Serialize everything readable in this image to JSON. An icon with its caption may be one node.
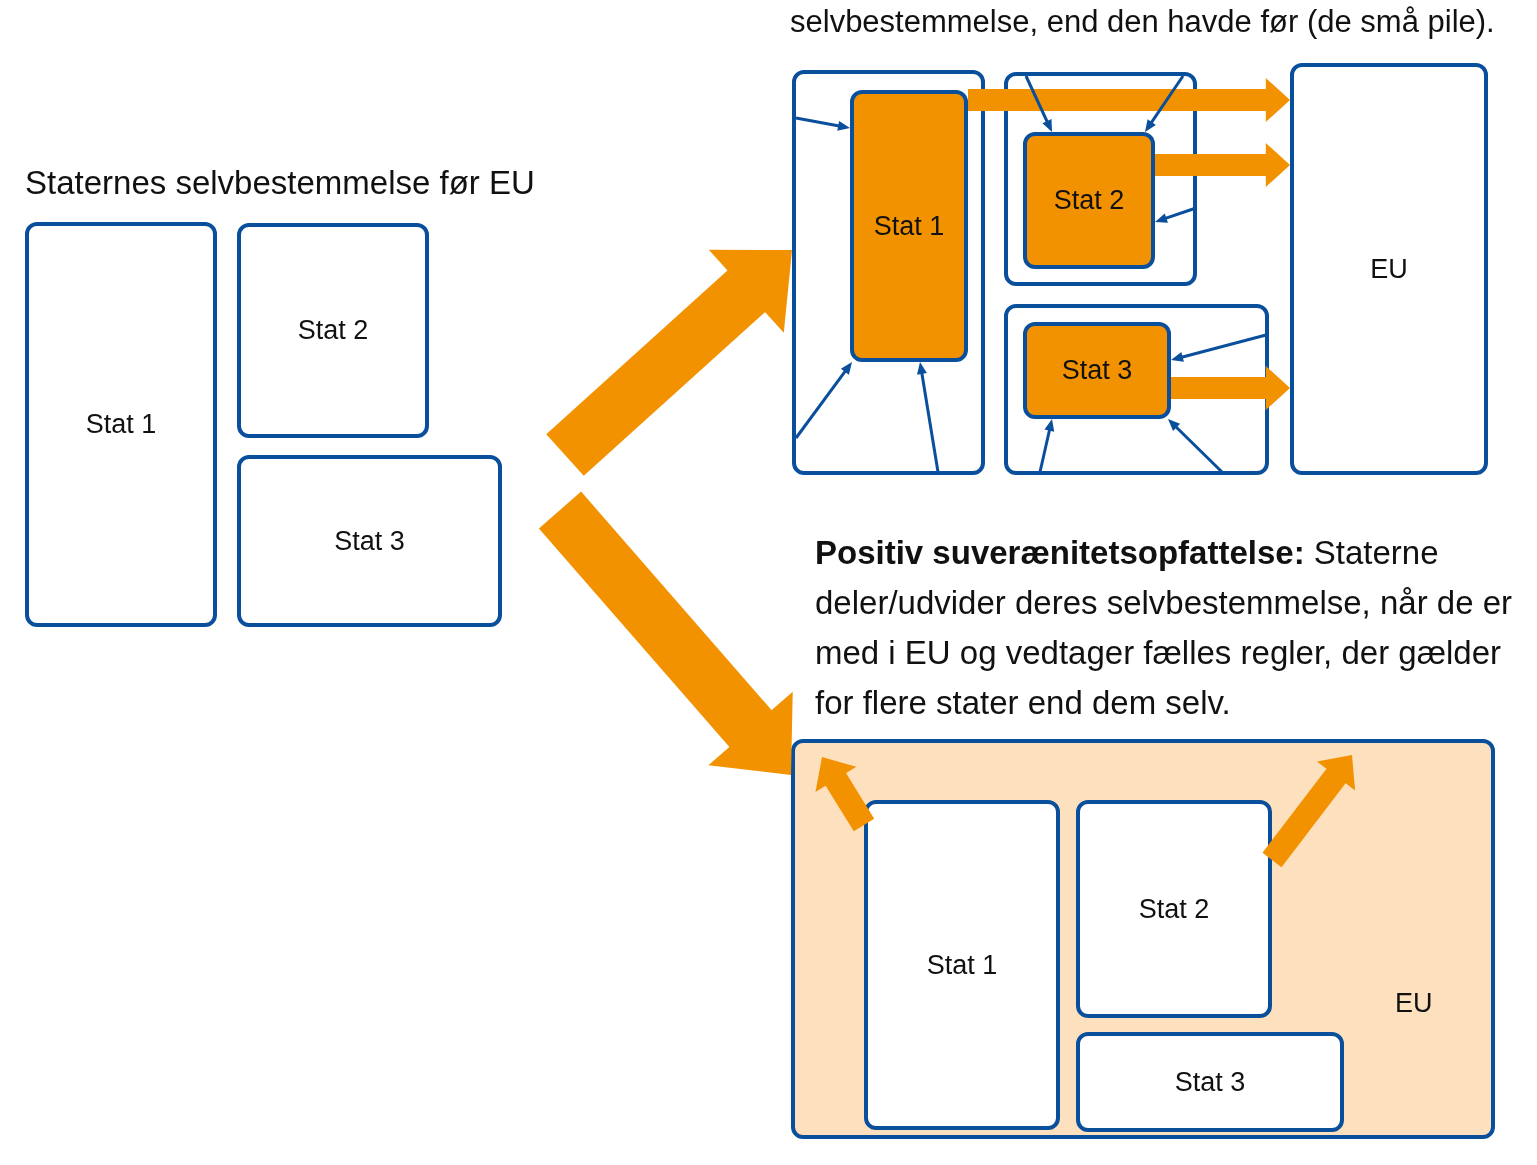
{
  "diagram": {
    "nodes": [
      {
        "text": [
          "Stat 1"
        ]
      },
      {
        "text": [
          "Stat 2"
        ]
      },
      {
        "text": [
          "Stat 3"
        ]
      },
      {
        "text": [],
        "shape": "box"
      },
      {
        "text": [
          "Stat 1"
        ],
        "in": 3
      },
      {
        "text": [],
        "shape": "box"
      },
      {
        "text": [
          "Stat 2"
        ],
        "in": 5
      },
      {
        "text": [],
        "shape": "box"
      },
      {
        "text": [
          "Stat 3"
        ],
        "in": 7
      },
      {
        "text": [
          "EU"
        ]
      },
      {
        "text": [
          "EU"
        ]
      },
      {
        "text": [
          "Stat 1"
        ],
        "in": 10
      },
      {
        "text": [
          "Stat 2"
        ],
        "in": 10
      },
      {
        "text": [
          "Stat 3"
        ],
        "in": 10
      }
    ],
    "edges": [
      {
        "from": null,
        "to": 3,
        "arrow": "to",
        "style": "thick",
        "color": "#f39200"
      },
      {
        "from": null,
        "to": 10,
        "arrow": "to",
        "style": "thick",
        "color": "#f39200"
      },
      {
        "from": 4,
        "to": 9,
        "arrow": "to",
        "style": "thick",
        "color": "#f39200"
      },
      {
        "from": 6,
        "to": 9,
        "arrow": "to",
        "style": "thick",
        "color": "#f39200"
      },
      {
        "from": 8,
        "to": 9,
        "arrow": "to",
        "style": "thick",
        "color": "#f39200"
      },
      {
        "from": null,
        "to": 4,
        "arrow": "to"
      },
      {
        "from": null,
        "to": 4,
        "arrow": "to"
      },
      {
        "from": null,
        "to": 4,
        "arrow": "to"
      },
      {
        "from": null,
        "to": 6,
        "arrow": "to"
      },
      {
        "from": null,
        "to": 6,
        "arrow": "to"
      },
      {
        "from": null,
        "to": 6,
        "arrow": "to"
      },
      {
        "from": null,
        "to": 8,
        "arrow": "to"
      },
      {
        "from": null,
        "to": 8,
        "arrow": "to"
      },
      {
        "from": null,
        "to": 8,
        "arrow": "to"
      },
      {
        "from": 11,
        "to": null,
        "arrow": "to",
        "style": "thick",
        "color": "#f39200"
      },
      {
        "from": 12,
        "to": null,
        "arrow": "to",
        "style": "thick",
        "color": "#f39200"
      }
    ],
    "labels": [
      "selvbestemmelse, end den havde før (de små pile).",
      "Staternes selvbestemmelse før EU",
      "**Positiv suverænitetsopfattelse:** Staterne deler/udvider deres selvbestemmelse, når de er med i EU og vedtager fælles regler, der gælder for flere stater end dem selv."
    ]
  }
}
